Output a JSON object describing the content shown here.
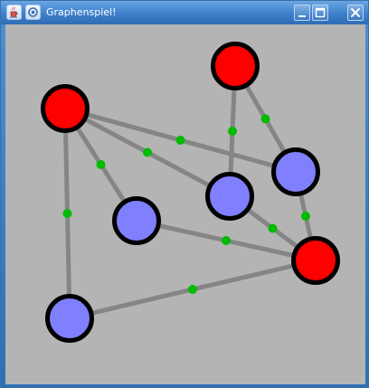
{
  "window": {
    "title": "Graphenspiel!",
    "icons": [
      "java-cup-icon",
      "window-menu-icon"
    ],
    "buttons": [
      "minimize-icon",
      "maximize-icon",
      "close-icon"
    ]
  },
  "colors": {
    "canvas_background": "#b4b4b4",
    "edge": "#858585",
    "node_red": "#ff0000",
    "node_blue": "#8080ff",
    "node_outline": "#000000",
    "marker": "#00bb00"
  },
  "graph": {
    "nodes": [
      {
        "id": "n1",
        "color": "red"
      },
      {
        "id": "n2",
        "color": "red"
      },
      {
        "id": "n3",
        "color": "blue"
      },
      {
        "id": "n4",
        "color": "blue"
      },
      {
        "id": "n5",
        "color": "blue"
      },
      {
        "id": "n6",
        "color": "red"
      },
      {
        "id": "n7",
        "color": "blue"
      }
    ],
    "edges": [
      {
        "from": "n2",
        "to": "n4"
      },
      {
        "from": "n2",
        "to": "n5"
      },
      {
        "from": "n2",
        "to": "n7"
      },
      {
        "from": "n1",
        "to": "n3"
      },
      {
        "from": "n1",
        "to": "n4"
      },
      {
        "from": "n3",
        "to": "n6"
      },
      {
        "from": "n5",
        "to": "n6"
      },
      {
        "from": "n4",
        "to": "n6"
      },
      {
        "from": "n7",
        "to": "n6"
      },
      {
        "from": "n2",
        "to": "n3"
      }
    ]
  }
}
